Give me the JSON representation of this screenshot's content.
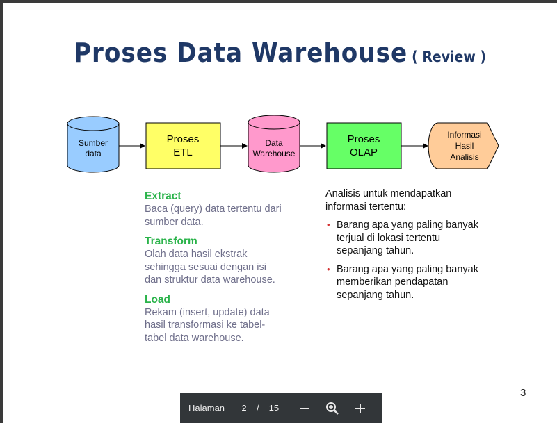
{
  "slide": {
    "title": "Proses Data Warehouse",
    "title_suffix": "( Review )",
    "page_number": "3"
  },
  "diagram": {
    "sumber": [
      "Sumber",
      "data"
    ],
    "etl": [
      "Proses",
      "ETL"
    ],
    "warehouse": [
      "Data",
      "Warehouse"
    ],
    "olap": [
      "Proses",
      "OLAP"
    ],
    "informasi": [
      "Informasi",
      "Hasil",
      "Analisis"
    ],
    "colors": {
      "sumber": "#99ccff",
      "etl": "#ffff66",
      "warehouse": "#ff99cc",
      "olap": "#66ff66",
      "informasi": "#ffcc99"
    }
  },
  "left": {
    "extract_head": "Extract",
    "extract_body": "Baca (query) data tertentu dari sumber data.",
    "transform_head": "Transform",
    "transform_body": "Olah data hasil ekstrak sehingga sesuai dengan isi dan struktur data warehouse.",
    "load_head": "Load",
    "load_body": "Rekam (insert, update) data hasil transformasi ke tabel-tabel data warehouse."
  },
  "right": {
    "intro": "Analisis untuk mendapatkan informasi tertentu:",
    "bullets": [
      "Barang apa yang paling banyak terjual di lokasi tertentu sepanjang tahun.",
      "Barang apa yang paling banyak memberikan pendapatan sepanjang tahun."
    ]
  },
  "toolbar": {
    "label": "Halaman",
    "current_page": "2",
    "separator": "/",
    "total_pages": "15",
    "zoom_out_icon": "minus-icon",
    "zoom_fit_icon": "zoom-icon",
    "zoom_in_icon": "plus-icon"
  }
}
